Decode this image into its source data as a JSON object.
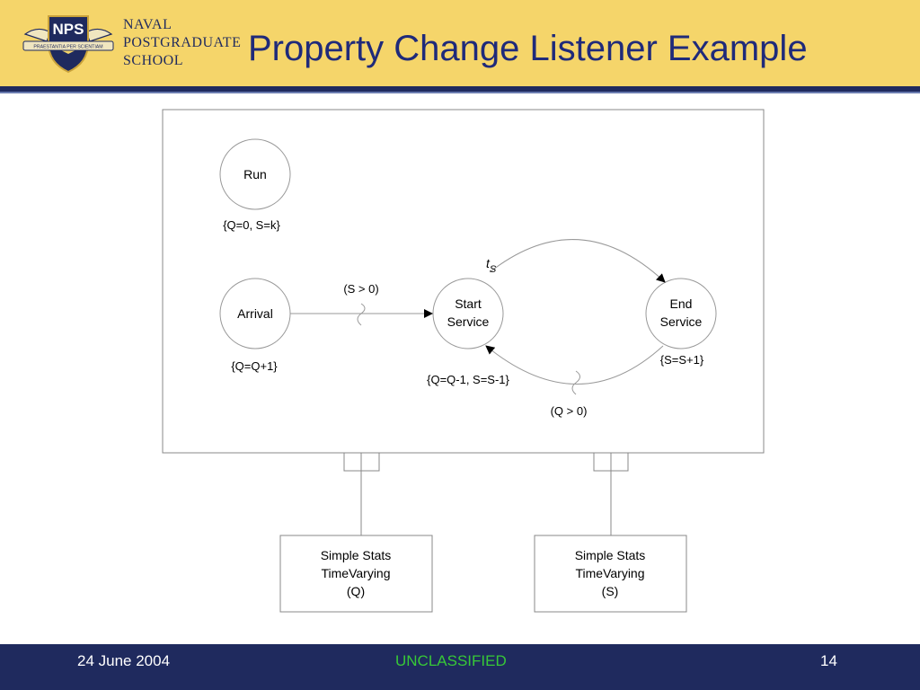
{
  "header": {
    "school_lines": [
      "NAVAL",
      "POSTGRADUATE",
      "SCHOOL"
    ],
    "logo_text": "NPS",
    "logo_motto": "PRAESTANTIA PER SCIENTIAM",
    "title": "Property Change Listener Example"
  },
  "diagram": {
    "nodes": {
      "run": "Run",
      "arrival": "Arrival",
      "start_line1": "Start",
      "start_line2": "Service",
      "end_line1": "End",
      "end_line2": "Service"
    },
    "state_changes": {
      "run": "{Q=0, S=k}",
      "arrival": "{Q=Q+1}",
      "start": "{Q=Q-1, S=S-1}",
      "end": "{S=S+1}"
    },
    "conditions": {
      "arrival_to_start": "(S > 0)",
      "end_to_start": "(Q > 0)"
    },
    "delay": {
      "main": "t",
      "sub": "S"
    },
    "listeners": [
      {
        "line1": "Simple Stats",
        "line2": "TimeVarying",
        "line3": "(Q)"
      },
      {
        "line1": "Simple Stats",
        "line2": "TimeVarying",
        "line3": "(S)"
      }
    ]
  },
  "footer": {
    "date": "24 June 2004",
    "classification": "UNCLASSIFIED",
    "page": "14"
  },
  "colors": {
    "header_bg": "#f5d56a",
    "navy": "#1f2a5e",
    "title": "#1f2a7a",
    "classification": "#37c837"
  }
}
